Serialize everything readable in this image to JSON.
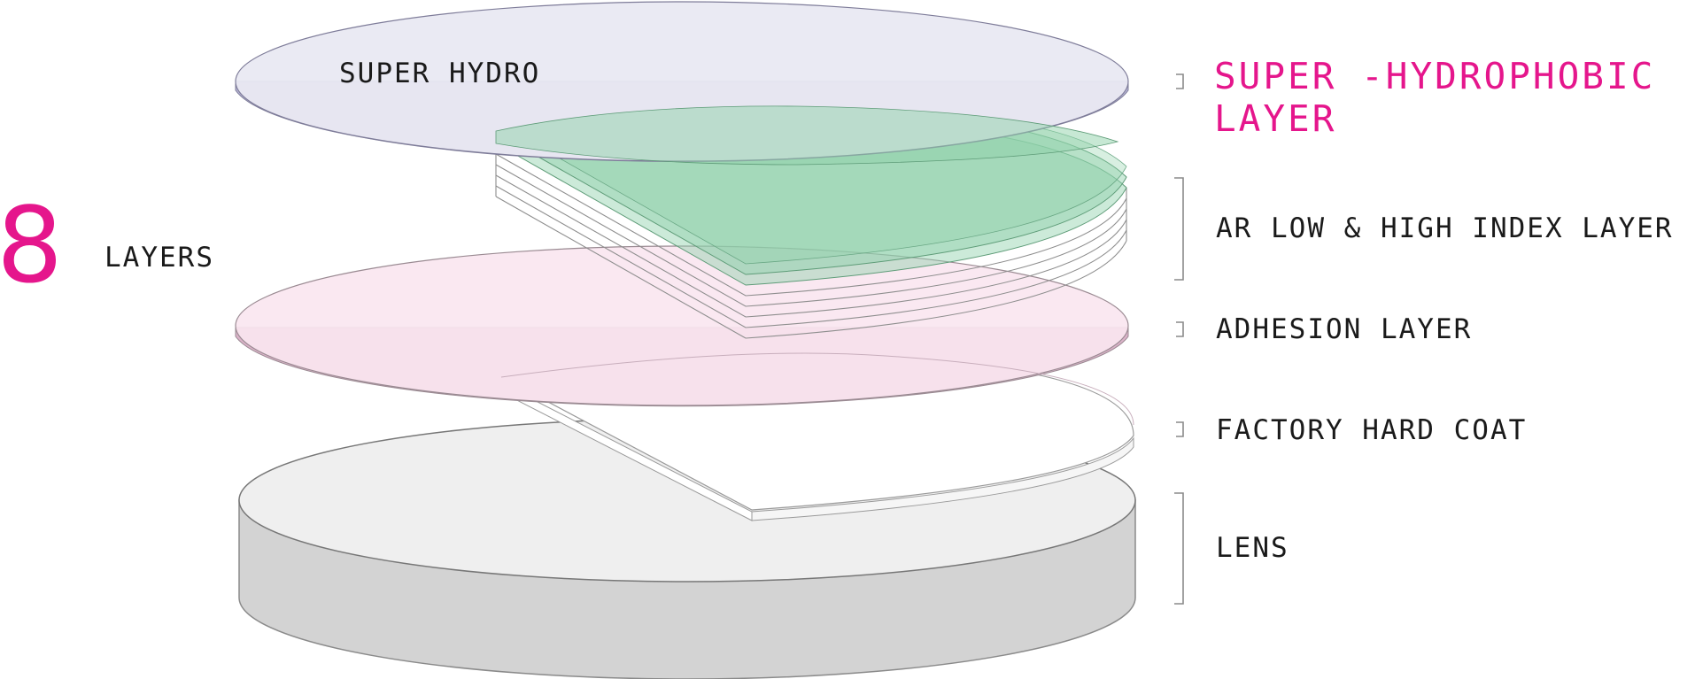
{
  "count": {
    "number": "8",
    "label": "LAYERS"
  },
  "disc_label": "SUPER HYDRO",
  "layers": [
    {
      "id": "super-hydrophobic",
      "lines": [
        "SUPER -HYDROPHOBIC",
        "LAYER"
      ],
      "highlight": true
    },
    {
      "id": "ar-low-high",
      "lines": [
        "AR LOW & HIGH INDEX LAYER"
      ]
    },
    {
      "id": "adhesion",
      "lines": [
        "ADHESION LAYER"
      ]
    },
    {
      "id": "factory-hard-coat",
      "lines": [
        "FACTORY HARD COAT"
      ]
    },
    {
      "id": "lens",
      "lines": [
        "LENS"
      ]
    }
  ],
  "colors": {
    "accent": "#e5168c",
    "text": "#1a1a1a",
    "super_hydro_fill": "#e9e9f2",
    "super_hydro_edge": "#b7b5d5",
    "ar_green": "#8fd1aa",
    "adhesion_fill": "#fae6f0",
    "adhesion_edge": "#dbb3c9",
    "lens_top": "#efefef",
    "lens_side": "#d3d3d3",
    "outline": "#777777",
    "bracket": "#8a8a8a"
  }
}
